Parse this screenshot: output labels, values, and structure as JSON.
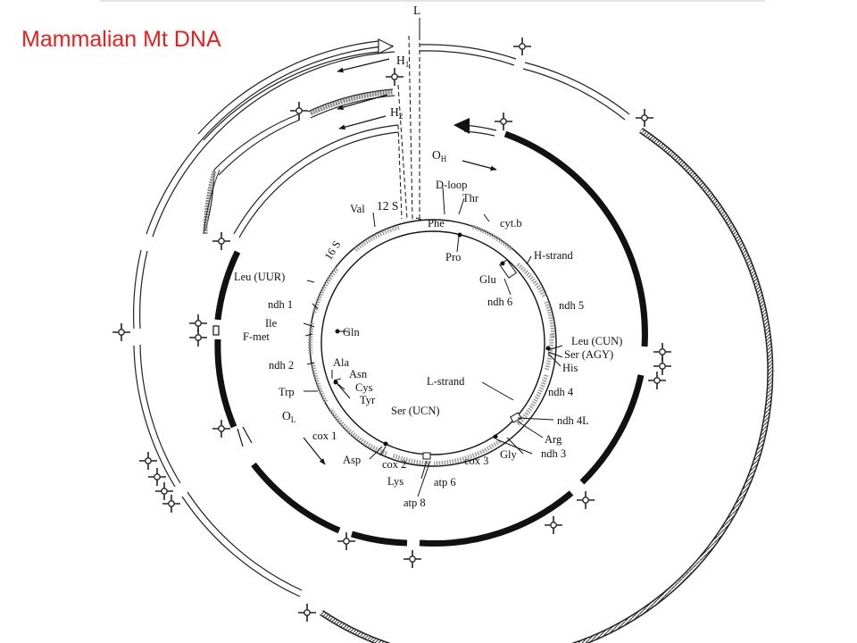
{
  "title": "Mammalian Mt DNA",
  "colors": {
    "title": "#e8201e",
    "ink": "#111111",
    "stipple": "#9a9a9a"
  },
  "markers": {
    "L": "L",
    "H1": "H",
    "H1_sub": "1",
    "H2": "H",
    "H2_sub": "2",
    "OH": "O",
    "OH_sub": "H",
    "OL": "O",
    "OL_sub": "L",
    "h_strand": "H-strand",
    "l_strand": "L-strand"
  },
  "genes": {
    "d_loop": "D-loop",
    "thr": "Thr",
    "cytb": "cyt.b",
    "phe": "Phe",
    "pro": "Pro",
    "glu": "Glu",
    "ndh6": "ndh 6",
    "ndh5": "ndh 5",
    "leu_cun": "Leu (CUN)",
    "ser_agy": "Ser (AGY)",
    "his": "His",
    "ndh4": "ndh 4",
    "ndh4l": "ndh 4L",
    "arg": "Arg",
    "gly": "Gly",
    "ndh3": "ndh 3",
    "cox3": "cox 3",
    "atp6": "atp 6",
    "atp8": "atp 8",
    "lys": "Lys",
    "cox2": "cox 2",
    "asp": "Asp",
    "ser_ucn": "Ser (UCN)",
    "cox1": "cox 1",
    "tyr": "Tyr",
    "cys": "Cys",
    "asn": "Asn",
    "ala": "Ala",
    "trp": "Trp",
    "ndh2": "ndh 2",
    "fmet": "F-met",
    "ile": "Ile",
    "ndh1": "ndh 1",
    "gln": "Gln",
    "leu_uur": "Leu (UUR)",
    "s16": "16 S",
    "val": "Val",
    "s12": "12 S"
  }
}
